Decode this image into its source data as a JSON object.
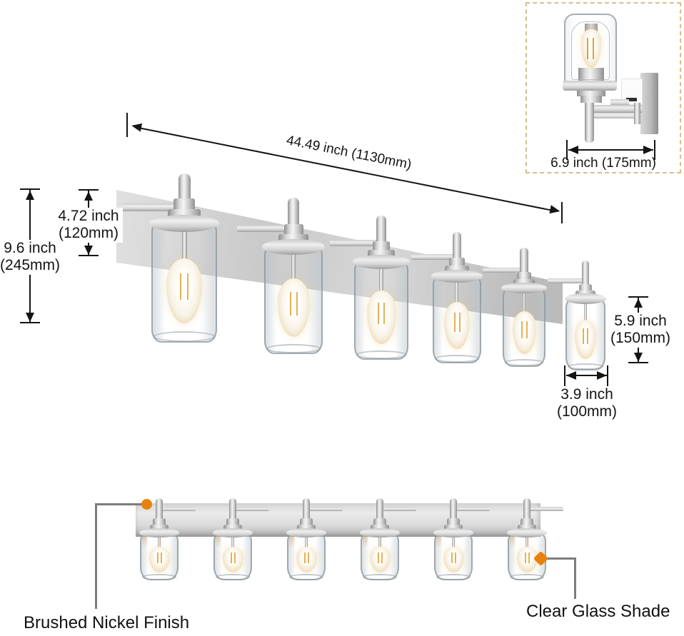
{
  "diagram": {
    "dim_width_label": "44.49 inch (1130mm)",
    "dim_height_label": "9.6 inch\n(245mm)",
    "dim_backplate_label": "4.72 inch\n(120mm)",
    "dim_shade_height_label": "5.9 inch\n(150mm)",
    "dim_shade_width_label": "3.9 inch\n(100mm)",
    "dim_extension_label": "6.9 inch (175mm)",
    "callout_finish_label": "Brushed Nickel Finish",
    "callout_glass_label": "Clear Glass Shade"
  },
  "colors": {
    "dimension_line": "#141414",
    "callout_line": "#7d7d7d",
    "callout_marker_orange": "#e8820e",
    "inset_dashed_border": "#d8be8f",
    "bulb_filament": "#e0a23e"
  }
}
